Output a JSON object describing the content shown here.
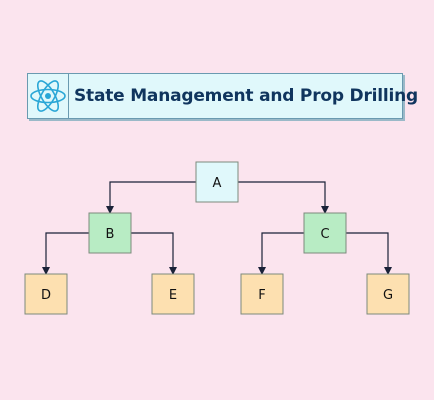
{
  "header": {
    "title": "State Management and Prop Drilling",
    "logo_icon": "react-atom-icon"
  },
  "colors": {
    "background": "#fbe4ee",
    "banner_fill": "#e0f8fb",
    "root_fill": "#e0f8fb",
    "middle_fill": "#b8ecc4",
    "leaf_fill": "#fde0b0",
    "edge": "#1a2238"
  },
  "tree": {
    "root": "A",
    "children": [
      {
        "label": "B",
        "children": [
          "D",
          "E"
        ]
      },
      {
        "label": "C",
        "children": [
          "F",
          "G"
        ]
      }
    ]
  }
}
